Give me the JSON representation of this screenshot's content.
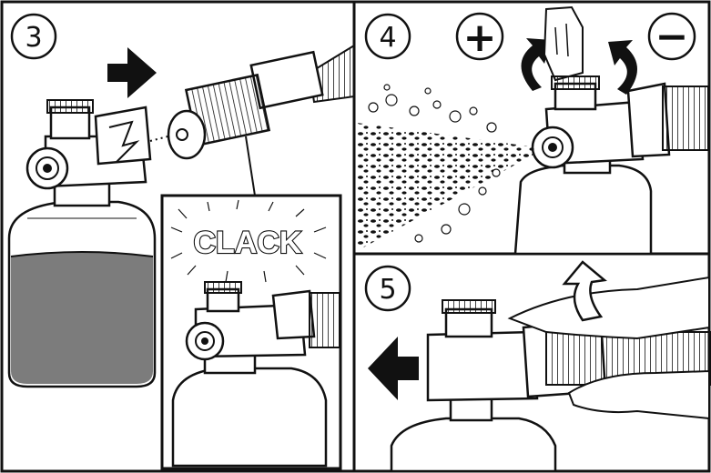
{
  "panels": [
    {
      "number": "3"
    },
    {
      "number": "4"
    },
    {
      "number": "5"
    }
  ],
  "inset": {
    "sound_label": "CLACK"
  },
  "adjust": {
    "increase_symbol": "+",
    "decrease_symbol": "−"
  },
  "colors": {
    "ink": "#111111",
    "paper": "#ffffff",
    "shade": "#8a8a8a",
    "liquid": "#7c7c7c"
  },
  "icons": [
    "right-arrow-icon",
    "left-arrow-icon",
    "rotate-cw-icon",
    "rotate-ccw-icon",
    "pull-arrow-icon"
  ]
}
